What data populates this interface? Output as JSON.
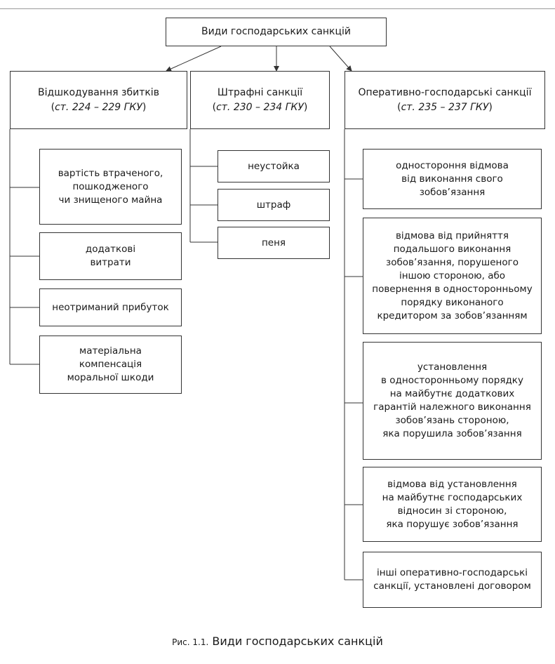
{
  "root": {
    "title": "Види господарських санкцій"
  },
  "columns": [
    {
      "title": "Відшкодування збитків",
      "ref_open": "(",
      "ref_italic": "ст. 224 – 229 ГКУ",
      "ref_close": ")",
      "items": [
        "вартість втраченого,\nпошкодженого\nчи знищеного майна",
        "додаткові\nвитрати",
        "неотриманий прибуток",
        "матеріальна\nкомпенсація\nморальної шкоди"
      ]
    },
    {
      "title": "Штрафні санкції",
      "ref_open": "(",
      "ref_italic": "ст. 230 – 234 ГКУ",
      "ref_close": ")",
      "items": [
        "неустойка",
        "штраф",
        "пеня"
      ]
    },
    {
      "title": "Оперативно-господарські санкції",
      "ref_open": "(",
      "ref_italic": "ст. 235 – 237 ГКУ",
      "ref_close": ")",
      "items": [
        "одностороння відмова\nвід виконання свого\nзобов’язання",
        "відмова від прийняття\nподальшого виконання\nзобов’язання, порушеного\nіншою стороною, або\nповернення в односторонньому\nпорядку виконаного\nкредитором за зобов’язанням",
        "установлення\nв односторонньому порядку\nна майбутнє додаткових\nгарантій належного виконання\nзобов’язань стороною,\nяка порушила зобов’язання",
        "відмова від установлення\nна майбутнє господарських\nвідносин зі стороною,\nяка порушує зобов’язання",
        "інші оперативно-господарські\nсанкції, установлені договором"
      ]
    }
  ],
  "caption": {
    "prefix": "Рис. 1.1.",
    "text": "Види господарських санкцій"
  }
}
